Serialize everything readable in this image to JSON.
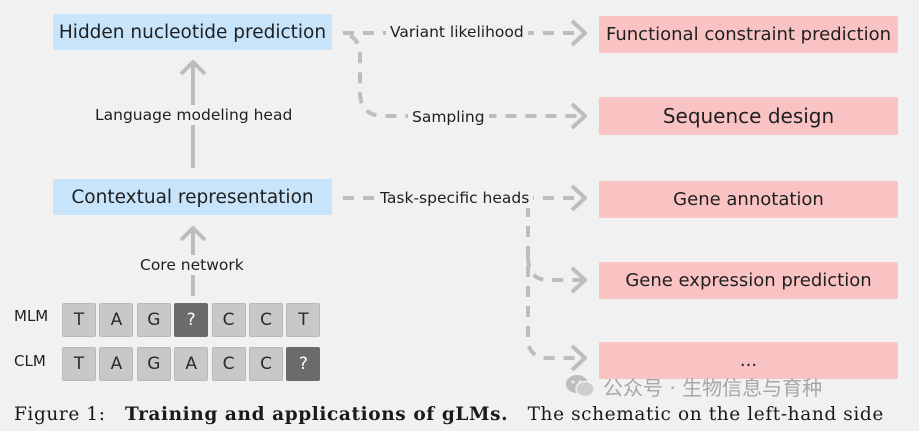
{
  "left_boxes": {
    "hidden_prediction": "Hidden nucleotide prediction",
    "contextual_representation": "Contextual representation"
  },
  "vertical_labels": {
    "lm_head": "Language modeling head",
    "core_network": "Core network"
  },
  "branch_labels": {
    "variant_likelihood": "Variant likelihood",
    "sampling": "Sampling",
    "task_heads": "Task-specific heads"
  },
  "outputs": [
    "Functional constraint prediction",
    "Sequence design",
    "Gene annotation",
    "Gene expression prediction",
    "..."
  ],
  "sequences": {
    "mlm": {
      "label": "MLM",
      "tokens": [
        "T",
        "A",
        "G",
        "?",
        "C",
        "C",
        "T"
      ],
      "masked_index": 3
    },
    "clm": {
      "label": "CLM",
      "tokens": [
        "T",
        "A",
        "G",
        "A",
        "C",
        "C",
        "?"
      ],
      "masked_index": 6
    }
  },
  "caption": {
    "prefix": "Figure 1:",
    "bold": "Training and applications of gLMs.",
    "rest": "The schematic on the left-hand side"
  },
  "watermark": "公众号 · 生物信息与育种",
  "colors": {
    "blue_box": "#c7e4fb",
    "pink_box": "#f9c3c3",
    "token": "#c8c8c8",
    "masked_token": "#6b6b6b",
    "arrow": "#bdbdbd"
  }
}
